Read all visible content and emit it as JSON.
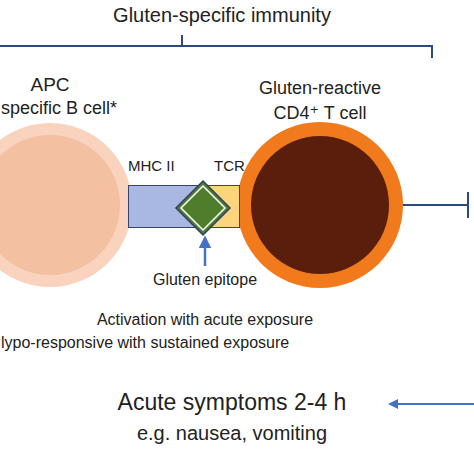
{
  "diagram": {
    "nodes": [
      {
        "text": [
          "APC",
          "specific B cell*"
        ]
      },
      {
        "text": [
          "MHC II"
        ]
      },
      {
        "text": [
          "TCR"
        ]
      },
      {
        "text": [
          "Gluten-reactive CD4⁺ T cell"
        ]
      }
    ],
    "labels": [
      "Gluten-specific immunity",
      "Gluten epitope",
      "Activation with acute exposure",
      "lypo-responsive with sustained exposure",
      "Acute symptoms 2-4 h",
      "e.g. nausea, vomiting"
    ]
  }
}
